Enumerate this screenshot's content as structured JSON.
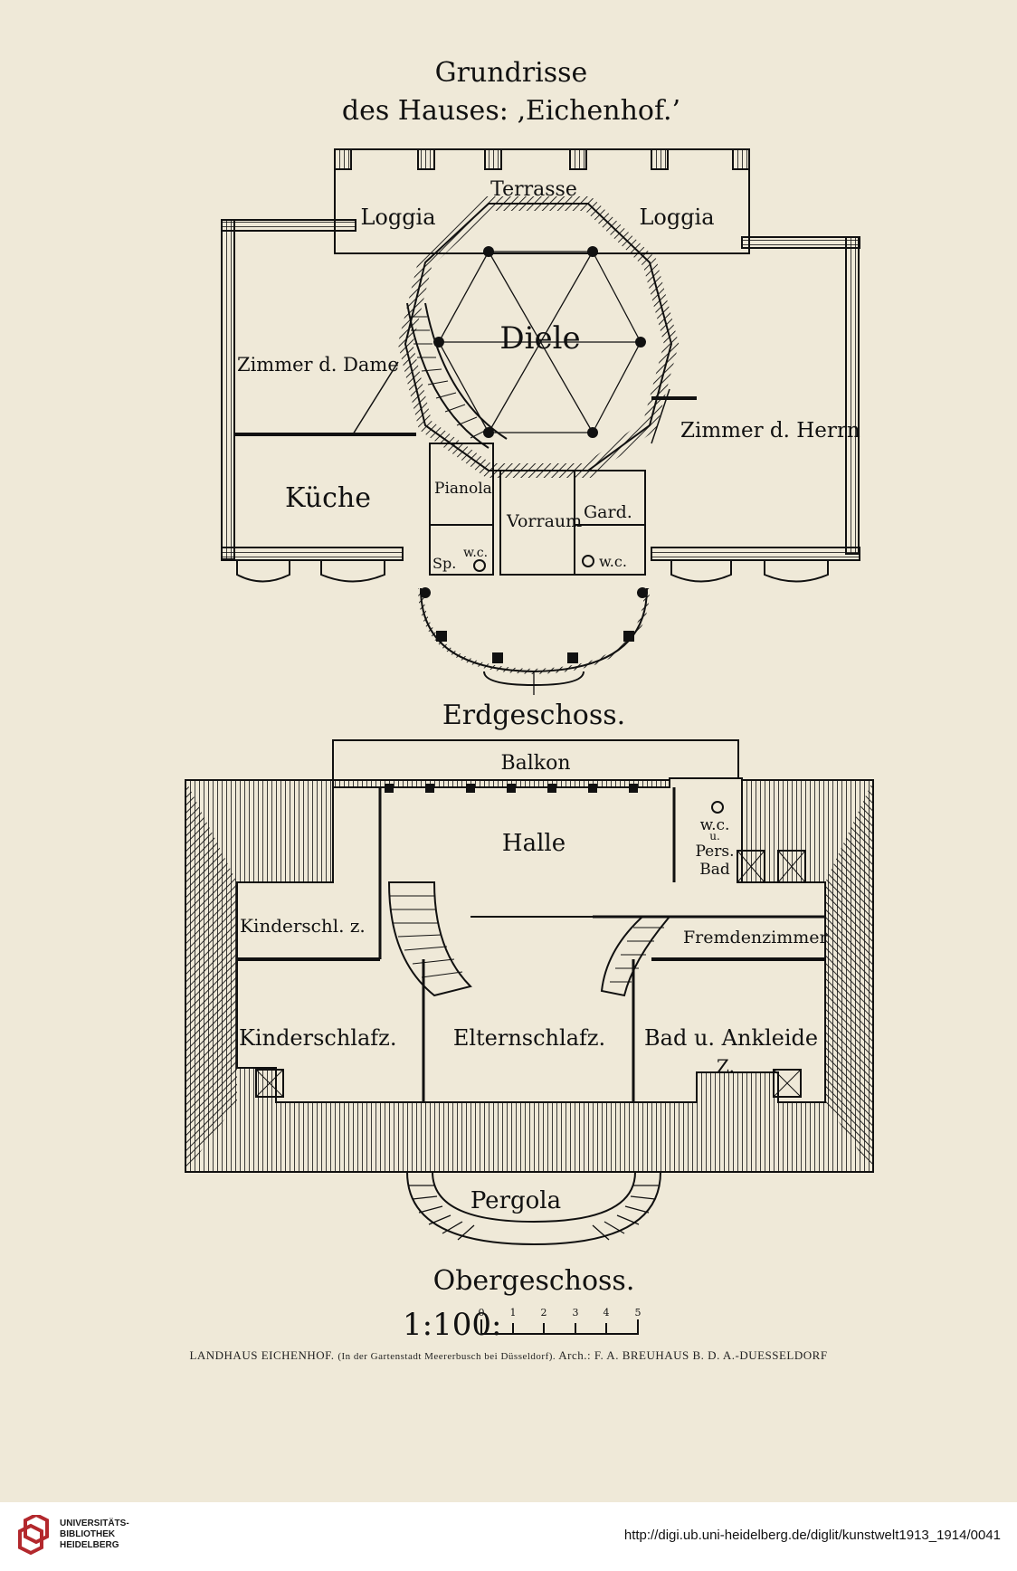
{
  "title": {
    "line1": "Grundrisse",
    "line2": "des Hauses: ‚Eichenhof.’"
  },
  "ground_floor": {
    "heading": "Erdgeschoss.",
    "rooms": {
      "terrasse": "Terrasse",
      "loggia_left": "Loggia",
      "loggia_right": "Loggia",
      "diele": "Diele",
      "zimmer_dame": "Zimmer d. Dame",
      "zimmer_herrn": "Zimmer d. Herrn",
      "kueche": "Küche",
      "pianola": "Pianola",
      "vorraum": "Vorraum",
      "gard": "Gard.",
      "sp": "Sp.",
      "wc_left": "w.c.",
      "wc_right": "w.c."
    }
  },
  "upper_floor": {
    "heading": "Obergeschoss.",
    "rooms": {
      "balkon": "Balkon",
      "halle": "Halle",
      "wc_pers_bad_1": "w.c.",
      "wc_pers_bad_2": "u.",
      "wc_pers_bad_3": "Pers.",
      "wc_pers_bad_4": "Bad",
      "kinderschl_z": "Kinderschl. z.",
      "fremdenzimmer": "Fremdenzimmer",
      "kinderschlafz": "Kinderschlafz.",
      "elternschlafz": "Elternschlafz.",
      "bad_ankleide_1": "Bad u. Ankleide",
      "bad_ankleide_2": "Z.",
      "pergola": "Pergola"
    }
  },
  "scale": {
    "label": "1:100:",
    "ticks": [
      "0",
      "1",
      "2",
      "3",
      "4",
      "5"
    ]
  },
  "caption": {
    "main": "LANDHAUS EICHENHOF.",
    "location": "(In der Gartenstadt Meererbusch bei Düsseldorf).",
    "architect": "Arch.: F. A. BREUHAUS B. D. A.-DUESSELDORF"
  },
  "footer": {
    "institution_line1": "UNIVERSITÄTS-",
    "institution_line2": "BIBLIOTHEK",
    "institution_line3": "HEIDELBERG",
    "url": "http://digi.ub.uni-heidelberg.de/diglit/kunstwelt1913_1914/0041"
  },
  "colors": {
    "paper": "#efe9d8",
    "ink": "#111111",
    "logo_red": "#b3282d"
  }
}
